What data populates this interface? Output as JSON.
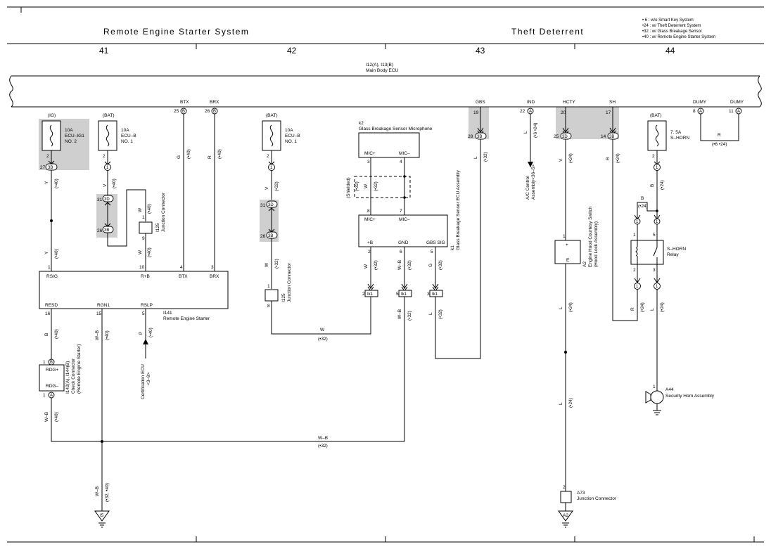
{
  "header": {
    "left_title": "Remote Engine Starter System",
    "right_title": "Theft Deterrent",
    "notes": [
      "• 6 : w/o Smart Key System",
      "•24 : w/ Theft Deterrent System",
      "•32 : w/ Glass Breakage Sensor",
      "•40 : w/ Remote Engine Starter System"
    ]
  },
  "sections": [
    "41",
    "42",
    "43",
    "44"
  ],
  "main_body_ecu": {
    "line1": "I12(A), I13(B)",
    "line2": "Main Body ECU"
  },
  "ecu_pins": [
    {
      "name": "BTX",
      "pin": "25",
      "conn": "B"
    },
    {
      "name": "BRX",
      "pin": "26",
      "conn": "B"
    },
    {
      "name": "GBS",
      "pin": "19",
      "conn": ""
    },
    {
      "name": "IND",
      "pin": "22",
      "conn": "A"
    },
    {
      "name": "HCTY",
      "pin": "20",
      "conn": ""
    },
    {
      "name": "SH",
      "pin": "17",
      "conn": ""
    },
    {
      "name": "DUMY",
      "pin": "8",
      "conn": "A"
    },
    {
      "name": "DUMY",
      "pin": "11",
      "conn": "A"
    }
  ],
  "fuses": [
    {
      "src": "(IG)",
      "rating": "10A",
      "name": "ECU–IG1",
      "name2": "NO. 2",
      "pin_out": "2",
      "conn_pin": "27",
      "conn": "3B"
    },
    {
      "src": "(BAT)",
      "rating": "10A",
      "name": "ECU–B",
      "name2": "NO. 1",
      "pin_out": "2",
      "conn": "1"
    },
    {
      "src": "(BAT)",
      "rating": "10A",
      "name": "ECU–B",
      "name2": "NO. 1",
      "pin_out": "2",
      "conn": "1"
    },
    {
      "src": "(BAT)",
      "rating": "7. 5A",
      "name": "S–HORN",
      "name2": "",
      "pin_out": "2",
      "conn": "1"
    }
  ],
  "junction_connectors": {
    "c1_top_pin": "31",
    "c1_top": "3D",
    "c1_bot_pin": "26",
    "c1_bot": "3B",
    "c2_top_pin": "31",
    "c2_top": "3D",
    "c2_bot_pin": "26",
    "c2_bot": "3B",
    "gbs_pin": "28",
    "gbs_conn": "3B",
    "hcty_pin": "25",
    "hcty_conn": "3D",
    "sh_pin": "14",
    "sh_conn": "3B"
  },
  "i125_a": {
    "pin_top": "1",
    "pin_bot": "9",
    "label1": "I125",
    "label2": "Junction Connector"
  },
  "i125_b": {
    "pin_top": "1",
    "pin_bot": "8",
    "label1": "I125",
    "label2": "Junction Connector"
  },
  "remote_starter": {
    "id": "I141",
    "name": "Remote Engine Starter",
    "top_pins": [
      {
        "pin": "1",
        "label": "RSIG"
      },
      {
        "pin": "10",
        "label": "R+B"
      },
      {
        "pin": "4",
        "label": "BTX"
      },
      {
        "pin": "3",
        "label": "BRX"
      }
    ],
    "bottom_pins": [
      {
        "pin": "16",
        "label": "RESD"
      },
      {
        "pin": "15",
        "label": "RGN1"
      },
      {
        "pin": "5",
        "label": "RSLP"
      }
    ]
  },
  "check_connector": {
    "id": "I142(A), I144(B)",
    "name1": "Check Connector",
    "name2": "(Remote Engine Starter)",
    "pin_top": "1",
    "conn_top": "B",
    "label_top": "RDG+",
    "pin_bot": "1",
    "conn_bot": "A",
    "label_bot": "RDG–"
  },
  "certification_ecu": {
    "line1": "Certification ECU",
    "line2": "<3–9>"
  },
  "gbs_mic": {
    "id": "k2",
    "name": "Glass Breakage Sensor Microphone",
    "pin_a": "3",
    "pin_b": "4",
    "label_a": "MIC+",
    "label_b": "MIC–"
  },
  "gbs_ecu": {
    "id": "k1",
    "name": "Glass Breakage Sensor ECU Assembly",
    "top_pins": [
      {
        "pin": "8",
        "label": "MIC+"
      },
      {
        "pin": "7",
        "label": "MIC–"
      }
    ],
    "bottom_pins": [
      {
        "pin": "2",
        "label": "+B"
      },
      {
        "pin": "6",
        "label": "GND"
      },
      {
        "pin": "5",
        "label": "GBS SIG"
      }
    ],
    "shielded": "(Shielded)"
  },
  "ik1": [
    {
      "pin": "2",
      "id": "Ik1"
    },
    {
      "pin": "5",
      "id": "Ik1"
    },
    {
      "pin": "3",
      "id": "Ik1"
    }
  ],
  "ac_control": {
    "line1": "A/C Control",
    "line2": "Assembly<36–5>"
  },
  "hood_switch": {
    "id": "A2",
    "name1": "Engine Hood Courtesy Switch",
    "name2": "(Hood Lock Assembly)",
    "pin": "1",
    "plus": "+",
    "e": "E"
  },
  "horn_relay": {
    "name": "S–HORN",
    "name2": "Relay",
    "pins": [
      "1",
      "5",
      "2",
      "3"
    ],
    "b_label": "B",
    "b_opt": "(•24)"
  },
  "security_horn": {
    "id": "A44",
    "name": "Security Horn Assembly",
    "pin": "1"
  },
  "a73": {
    "id": "A73",
    "name": "Junction Connector",
    "pin": "2"
  },
  "grounds": {
    "i5": "I5",
    "a2": "A2"
  },
  "dumy": {
    "wire": "R",
    "opt": "(•6 •24)"
  },
  "wires": {
    "Y": "Y",
    "V": "V",
    "W": "W",
    "G": "G",
    "R": "R",
    "B": "B",
    "L": "L",
    "P": "P",
    "WB": "W–B",
    "o40": "(•40)",
    "o32": "(•32)",
    "o24": "(•24)",
    "o6_24": "(•6 •24)",
    "o32_40": "(•32, •40)"
  }
}
